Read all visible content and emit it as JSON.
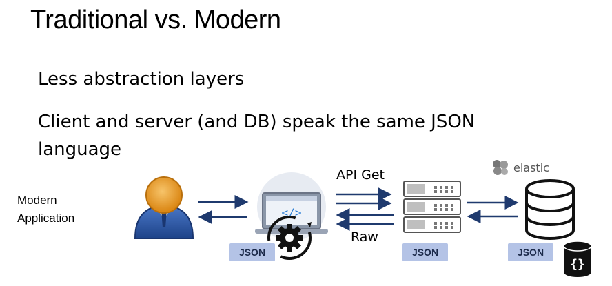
{
  "slide": {
    "title": "Traditional vs. Modern",
    "bullets": [
      "Less abstraction layers",
      "Client and server (and DB) speak the same JSON language"
    ]
  },
  "diagram": {
    "side_label": "Modern Application",
    "api_get_label": "API Get",
    "raw_label": "Raw",
    "json_badge_label": "JSON",
    "elastic_logo_text": "elastic",
    "colors": {
      "arrow": "#1f3a6e",
      "json_badge": "#b4c3e6",
      "user_head": "#e89a1f",
      "user_body": "#2e5aa8"
    },
    "icons": [
      "user-icon",
      "laptop-code-icon",
      "gear-sync-icon",
      "server-rack-icon",
      "database-icon",
      "json-db-icon",
      "elastic-logo-icon"
    ]
  }
}
